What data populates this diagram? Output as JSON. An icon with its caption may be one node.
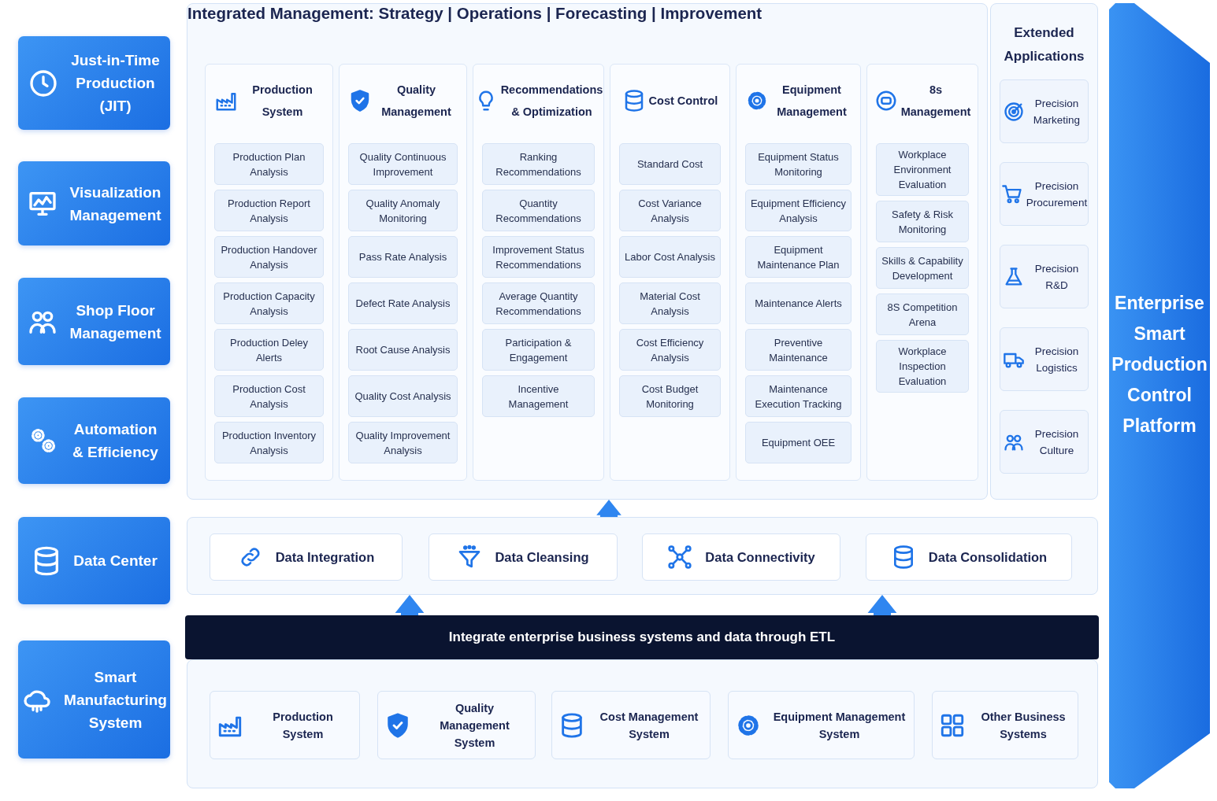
{
  "diagram": {
    "nodes": [
      {
        "text": [
          "Just-in-Time Production (JIT)"
        ]
      },
      {
        "text": [
          "Visualization Management"
        ]
      },
      {
        "text": [
          "Shop Floor Management"
        ]
      },
      {
        "text": [
          "Automation & Efficiency"
        ]
      },
      {
        "text": [
          "Data Center"
        ]
      },
      {
        "text": [
          "Smart Manufacturing System"
        ]
      },
      {
        "text": [
          "Integrated Management: Strategy | Operations | Forecasting | Improvement"
        ]
      },
      {
        "text": [
          "Production System"
        ],
        "in": 6
      },
      {
        "text": [
          "Production Plan Analysis"
        ],
        "in": 7
      },
      {
        "text": [
          "Production Report Analysis"
        ],
        "in": 7
      },
      {
        "text": [
          "Production Handover Analysis"
        ],
        "in": 7
      },
      {
        "text": [
          "Production Capacity Analysis"
        ],
        "in": 7
      },
      {
        "text": [
          "Production Deley Alerts"
        ],
        "in": 7
      },
      {
        "text": [
          "Production Cost Analysis"
        ],
        "in": 7
      },
      {
        "text": [
          "Production Inventory Analysis"
        ],
        "in": 7
      },
      {
        "text": [
          "Quality Management"
        ],
        "in": 6
      },
      {
        "text": [
          "Quality Continuous Improvement"
        ],
        "in": 15
      },
      {
        "text": [
          "Quality Anomaly Monitoring"
        ],
        "in": 15
      },
      {
        "text": [
          "Pass Rate Analysis"
        ],
        "in": 15
      },
      {
        "text": [
          "Defect Rate Analysis"
        ],
        "in": 15
      },
      {
        "text": [
          "Root Cause Analysis"
        ],
        "in": 15
      },
      {
        "text": [
          "Quality Cost Analysis"
        ],
        "in": 15
      },
      {
        "text": [
          "Quality Improvement Analysis"
        ],
        "in": 15
      },
      {
        "text": [
          "Recommendations & Optimization"
        ],
        "in": 6
      },
      {
        "text": [
          "Ranking Recommendations"
        ],
        "in": 23
      },
      {
        "text": [
          "Quantity Recommendations"
        ],
        "in": 23
      },
      {
        "text": [
          "Improvement Status Recommendations"
        ],
        "in": 23
      },
      {
        "text": [
          "Average Quantity Recommendations"
        ],
        "in": 23
      },
      {
        "text": [
          "Participation & Engagement"
        ],
        "in": 23
      },
      {
        "text": [
          "Incentive Management"
        ],
        "in": 23
      },
      {
        "text": [
          "Cost Control"
        ],
        "in": 6
      },
      {
        "text": [
          "Standard Cost"
        ],
        "in": 30
      },
      {
        "text": [
          "Cost Variance Analysis"
        ],
        "in": 30
      },
      {
        "text": [
          "Labor Cost Analysis"
        ],
        "in": 30
      },
      {
        "text": [
          "Material Cost Analysis"
        ],
        "in": 30
      },
      {
        "text": [
          "Cost Efficiency Analysis"
        ],
        "in": 30
      },
      {
        "text": [
          "Cost Budget Monitoring"
        ],
        "in": 30
      },
      {
        "text": [
          "Equipment Management"
        ],
        "in": 6
      },
      {
        "text": [
          "Equipment Status Monitoring"
        ],
        "in": 37
      },
      {
        "text": [
          "Equipment Efficiency Analysis"
        ],
        "in": 37
      },
      {
        "text": [
          "Equipment Maintenance Plan"
        ],
        "in": 37
      },
      {
        "text": [
          "Maintenance Alerts"
        ],
        "in": 37
      },
      {
        "text": [
          "Preventive Maintenance"
        ],
        "in": 37
      },
      {
        "text": [
          "Maintenance Execution Tracking"
        ],
        "in": 37
      },
      {
        "text": [
          "Equipment OEE"
        ],
        "in": 37
      },
      {
        "text": [
          "8s Management"
        ],
        "in": 6
      },
      {
        "text": [
          "Workplace Environment Evaluation"
        ],
        "in": 45
      },
      {
        "text": [
          "Safety & Risk Monitoring"
        ],
        "in": 45
      },
      {
        "text": [
          "Skills & Capability Development"
        ],
        "in": 45
      },
      {
        "text": [
          "8S Competition Arena"
        ],
        "in": 45
      },
      {
        "text": [
          "Workplace Inspection Evaluation"
        ],
        "in": 45
      },
      {
        "text": [
          "Extended Applications"
        ]
      },
      {
        "text": [
          "Precision Marketing"
        ],
        "in": 51
      },
      {
        "text": [
          "Precision Procurement"
        ],
        "in": 51
      },
      {
        "text": [
          "Precision R&D"
        ],
        "in": 51
      },
      {
        "text": [
          "Precision Logistics"
        ],
        "in": 51
      },
      {
        "text": [
          "Precision Culture"
        ],
        "in": 51
      },
      {
        "text": [
          "Enterprise Smart Production Control Platform"
        ]
      },
      {
        "text": [],
        "shape": "box"
      },
      {
        "text": [
          "Data Integration"
        ],
        "in": 58
      },
      {
        "text": [
          "Data Cleansing"
        ],
        "in": 58
      },
      {
        "text": [
          "Data Connectivity"
        ],
        "in": 58
      },
      {
        "text": [
          "Data Consolidation"
        ],
        "in": 58
      },
      {
        "text": [
          "Integrate enterprise business systems and data through ETL"
        ]
      },
      {
        "text": [],
        "shape": "box"
      },
      {
        "text": [
          "Production System"
        ],
        "in": 64
      },
      {
        "text": [
          "Quality Management System"
        ],
        "in": 64
      },
      {
        "text": [
          "Cost Management System"
        ],
        "in": 64
      },
      {
        "text": [
          "Equipment Management System"
        ],
        "in": 64
      },
      {
        "text": [
          "Other Business Systems"
        ],
        "in": 64
      }
    ],
    "edges": [
      {
        "from": 58,
        "to": 6,
        "arrow": "to"
      },
      {
        "from": 63,
        "to": 58,
        "arrow": "to"
      },
      {
        "from": 63,
        "to": 58,
        "arrow": "to"
      }
    ]
  }
}
